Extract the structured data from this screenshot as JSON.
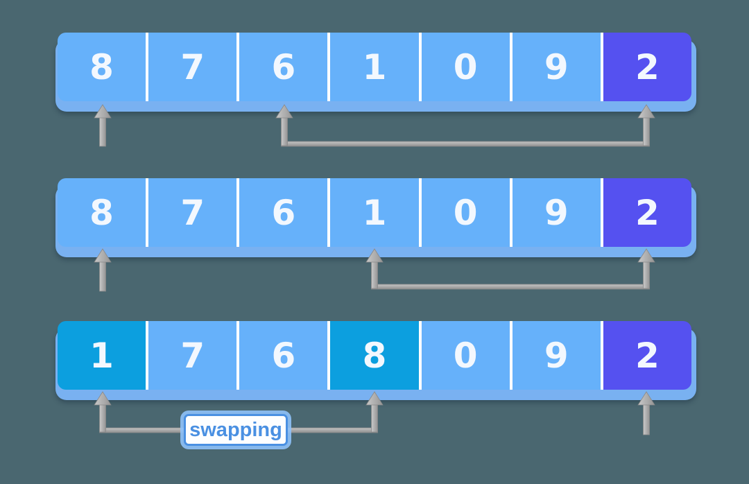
{
  "labels": {
    "swap": "swapping"
  },
  "colors": {
    "background": "#4a6770",
    "cell_default": "#66b1fa",
    "cell_swap_highlight": "#0c9fdf",
    "cell_pivot": "#5551f0",
    "array_shadow_strip": "#79b1f1",
    "divider": "#fdfeff",
    "digit_text": "#f3f8fe",
    "arrow_gray": "#a8a8a8",
    "label_blue": "#4a90e2",
    "label_glow": "#8fc2fa"
  },
  "rows": [
    {
      "name": "step-1",
      "cells": [
        {
          "value": "8",
          "role": "default"
        },
        {
          "value": "7",
          "role": "default"
        },
        {
          "value": "6",
          "role": "default"
        },
        {
          "value": "1",
          "role": "default"
        },
        {
          "value": "0",
          "role": "default"
        },
        {
          "value": "9",
          "role": "default"
        },
        {
          "value": "2",
          "role": "pivot"
        }
      ],
      "pointers": {
        "single_arrow_index": 0,
        "connector_indices": [
          2,
          6
        ]
      }
    },
    {
      "name": "step-2",
      "cells": [
        {
          "value": "8",
          "role": "default"
        },
        {
          "value": "7",
          "role": "default"
        },
        {
          "value": "6",
          "role": "default"
        },
        {
          "value": "1",
          "role": "default"
        },
        {
          "value": "0",
          "role": "default"
        },
        {
          "value": "9",
          "role": "default"
        },
        {
          "value": "2",
          "role": "pivot"
        }
      ],
      "pointers": {
        "single_arrow_index": 0,
        "connector_indices": [
          3,
          6
        ]
      }
    },
    {
      "name": "step-3",
      "cells": [
        {
          "value": "1",
          "role": "swap"
        },
        {
          "value": "7",
          "role": "default"
        },
        {
          "value": "6",
          "role": "default"
        },
        {
          "value": "8",
          "role": "swap"
        },
        {
          "value": "0",
          "role": "default"
        },
        {
          "value": "9",
          "role": "default"
        },
        {
          "value": "2",
          "role": "pivot"
        }
      ],
      "pointers": {
        "single_arrow_index": 6,
        "connector_indices": [
          0,
          3
        ],
        "connector_label": "swapping"
      }
    }
  ]
}
